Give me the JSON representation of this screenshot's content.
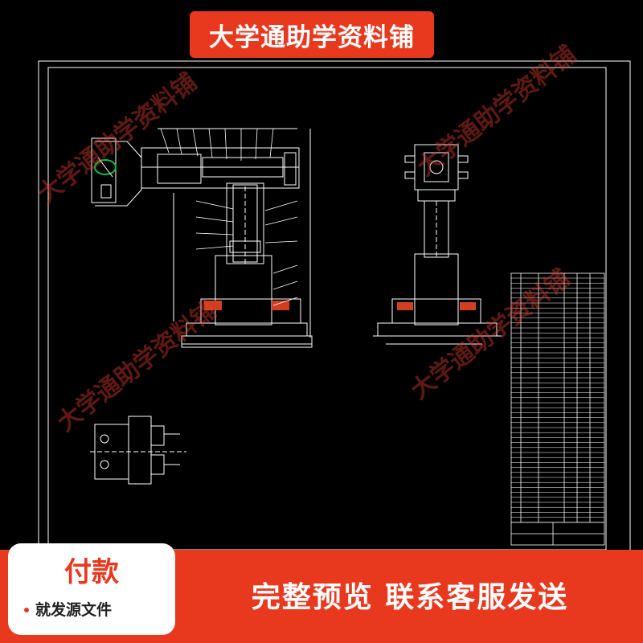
{
  "banner": {
    "title": "大学通助学资料铺"
  },
  "watermark": {
    "text": "大学通助学资料铺"
  },
  "pay_card": {
    "title": "付款",
    "subtitle": "就发源文件"
  },
  "call_to_action": {
    "text": "完整预览  联系客服发送"
  },
  "colors": {
    "accent": "#e8391f",
    "drawing_background": "#000000",
    "line": "#ffffff",
    "highlight": "#00c040"
  }
}
